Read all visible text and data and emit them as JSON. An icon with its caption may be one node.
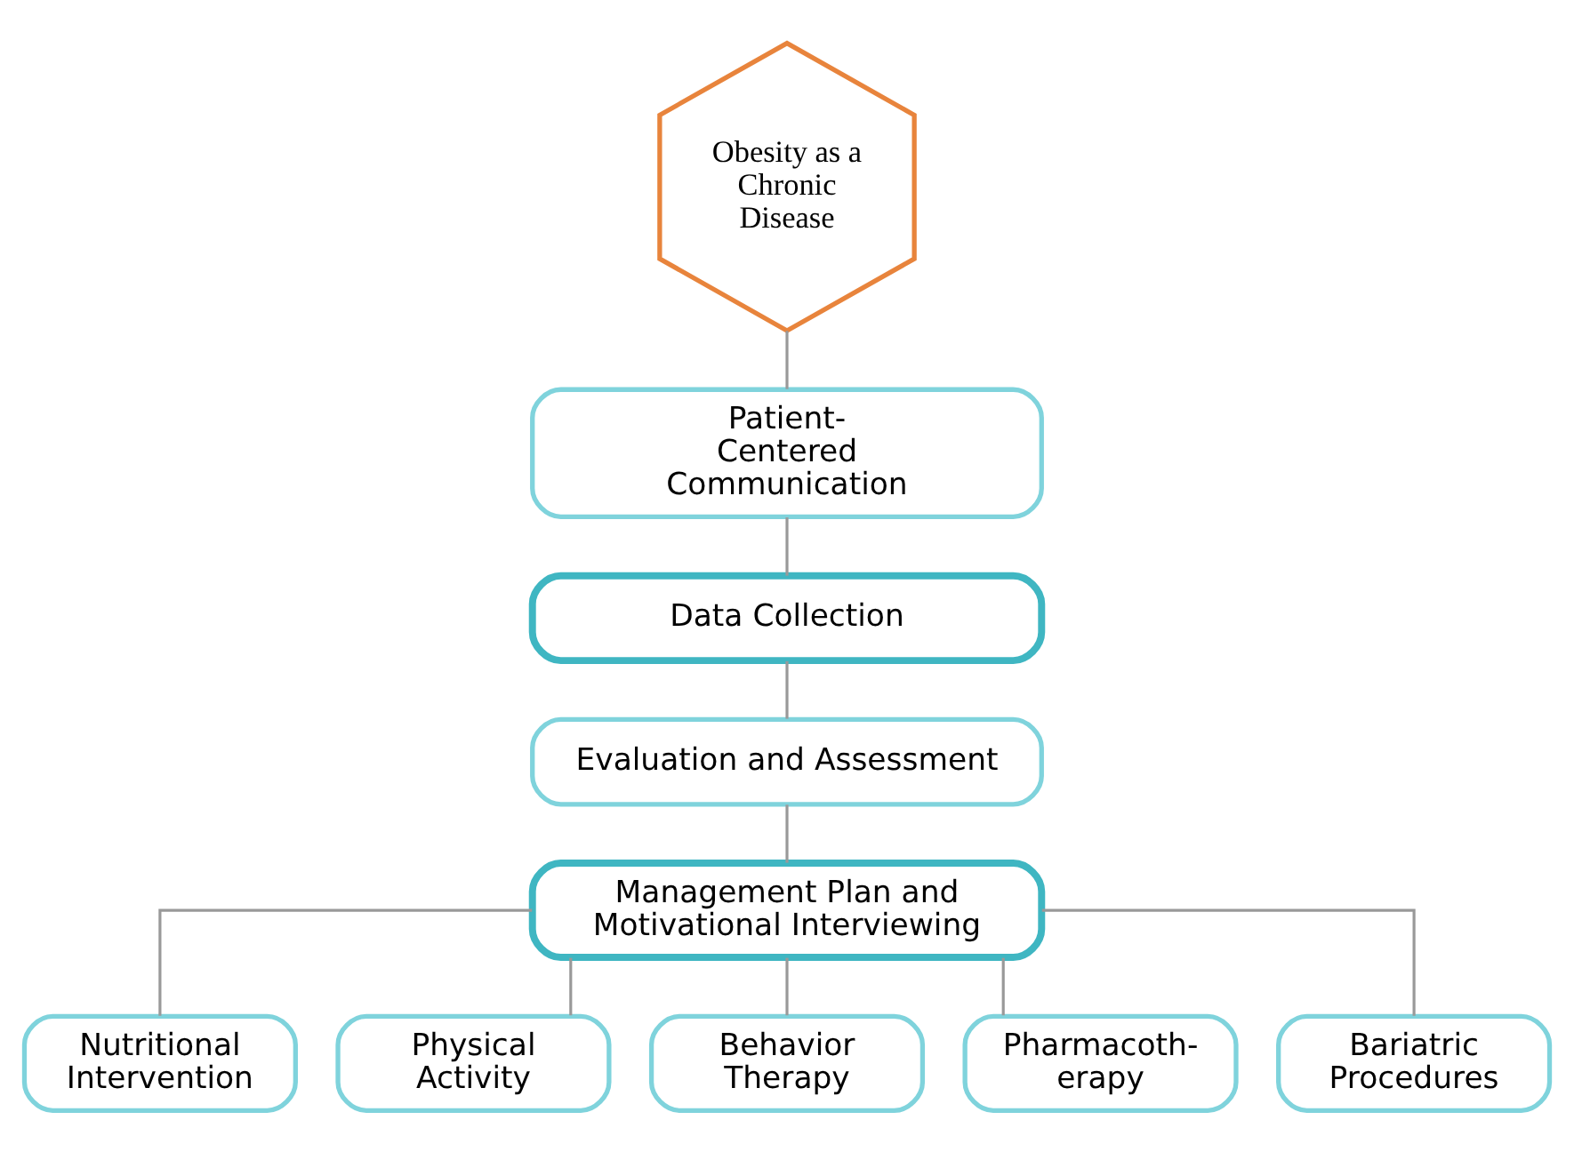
{
  "diagram": {
    "nodes": [
      {
        "text": [
          "Obesity as a Chronic Disease"
        ]
      },
      {
        "text": [
          "Patient- Centered Communication"
        ]
      },
      {
        "text": [
          "Data Collection"
        ]
      },
      {
        "text": [
          "Evaluation and Assessment"
        ]
      },
      {
        "text": [
          "Management Plan and Motivational Interviewing"
        ]
      },
      {
        "text": [
          "Nutritional Intervention"
        ]
      },
      {
        "text": [
          "Physical Activity"
        ]
      },
      {
        "text": [
          "Behavior Therapy"
        ]
      },
      {
        "text": [
          "Pharmacoth- erapy"
        ]
      },
      {
        "text": [
          "Bariatric Procedures"
        ]
      }
    ],
    "edges": [
      {
        "from": 0,
        "to": 1,
        "arrow": "none"
      },
      {
        "from": 1,
        "to": 2,
        "arrow": "none"
      },
      {
        "from": 2,
        "to": 3,
        "arrow": "none"
      },
      {
        "from": 3,
        "to": 4,
        "arrow": "none"
      },
      {
        "from": 4,
        "to": 5,
        "arrow": "none"
      },
      {
        "from": 4,
        "to": 6,
        "arrow": "none"
      },
      {
        "from": 4,
        "to": 7,
        "arrow": "none"
      },
      {
        "from": 4,
        "to": 8,
        "arrow": "none"
      },
      {
        "from": 4,
        "to": 9,
        "arrow": "none"
      }
    ]
  }
}
